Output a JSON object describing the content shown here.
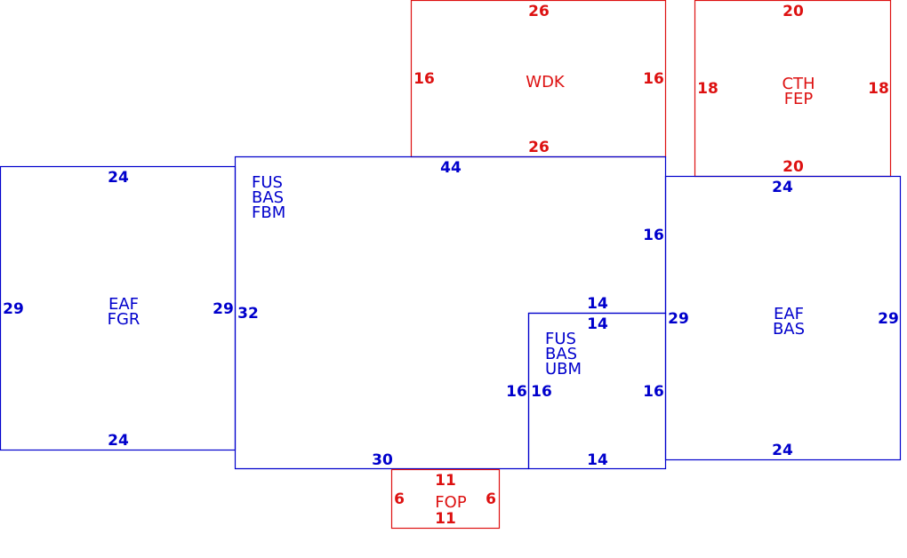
{
  "colors": {
    "main": "#0000cc",
    "attached": "#dd1111",
    "background": "#ffffff"
  },
  "areas": [
    {
      "id": "wdk",
      "kind": "attached",
      "codes": [
        "WDK"
      ],
      "dimensions": {
        "top": "26",
        "bottom": "26",
        "left": "16",
        "right": "16"
      }
    },
    {
      "id": "cth-fep",
      "kind": "attached",
      "codes": [
        "CTH",
        "FEP"
      ],
      "dimensions": {
        "top": "20",
        "bottom": "20",
        "left": "18",
        "right": "18"
      }
    },
    {
      "id": "eaf-fgr",
      "kind": "main",
      "codes": [
        "EAF",
        "FGR"
      ],
      "dimensions": {
        "top": "24",
        "bottom": "24",
        "left": "29",
        "right": "29"
      }
    },
    {
      "id": "fus-bas-fbm",
      "kind": "main",
      "codes": [
        "FUS",
        "BAS",
        "FBM"
      ],
      "dimensions": {
        "top": "44",
        "left": "32",
        "bottom": "30",
        "right": "16",
        "notch_top": "14",
        "notch_side": "16"
      }
    },
    {
      "id": "fus-bas-ubm",
      "kind": "main",
      "codes": [
        "FUS",
        "BAS",
        "UBM"
      ],
      "dimensions": {
        "top": "14",
        "bottom": "14",
        "left": "16",
        "right": "16"
      }
    },
    {
      "id": "eaf-bas",
      "kind": "main",
      "codes": [
        "EAF",
        "BAS"
      ],
      "dimensions": {
        "top": "24",
        "bottom": "24",
        "left": "29",
        "right": "29"
      }
    },
    {
      "id": "fop",
      "kind": "attached",
      "codes": [
        "FOP"
      ],
      "dimensions": {
        "top": "11",
        "bottom": "11",
        "left": "6",
        "right": "6"
      }
    }
  ]
}
